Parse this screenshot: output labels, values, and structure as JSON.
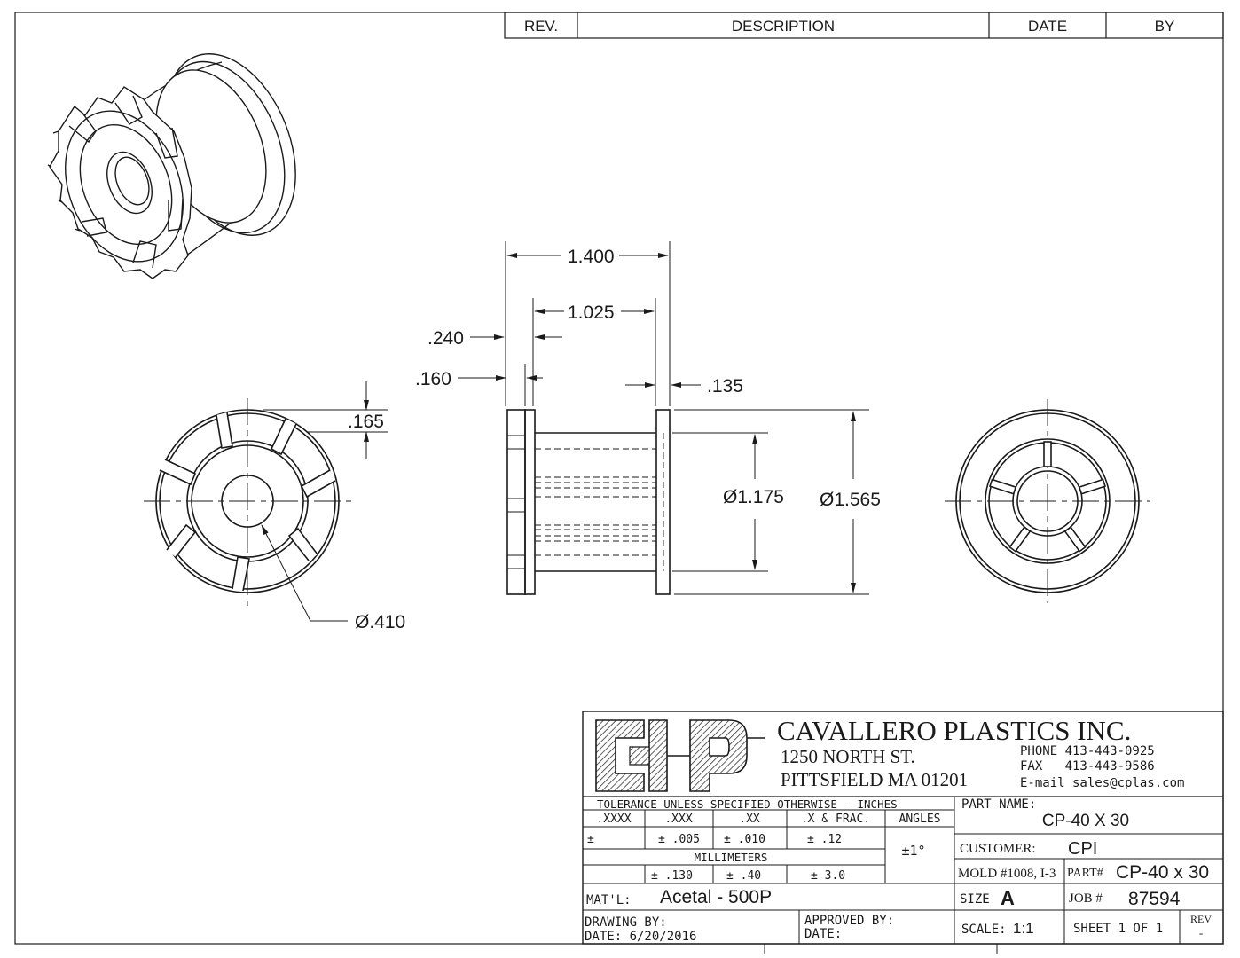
{
  "revision_block": {
    "headers": [
      "REV.",
      "DESCRIPTION",
      "DATE",
      "BY"
    ]
  },
  "dimensions": {
    "overall_length": "1.400",
    "inner_length": "1.025",
    "left_offset_1": ".240",
    "left_offset_2": ".160",
    "right_flange": ".135",
    "slot_depth": ".165",
    "bore_diameter": "Ø.410",
    "hub_diameter": "Ø1.175",
    "flange_diameter": "Ø1.565"
  },
  "company": {
    "name": "CAVALLERO PLASTICS INC.",
    "street": "1250 NORTH ST.",
    "city": "PITTSFIELD MA 01201",
    "phone": "PHONE 413-443-0925",
    "fax": "FAX   413-443-9586",
    "email": "E-mail sales@cplas.com"
  },
  "tolerance": {
    "header": "TOLERANCE UNLESS SPECIFIED OTHERWISE - INCHES",
    "columns": [
      ".XXXX",
      ".XXX",
      ".XX",
      ".X & FRAC.",
      "ANGLES"
    ],
    "inch_values": [
      "±",
      "± .005",
      "±  .010",
      "± .12"
    ],
    "angles_value": "±1°",
    "mm_label": "MILLIMETERS",
    "mm_values": [
      "± .130",
      "± .40",
      "± 3.0"
    ]
  },
  "title_block": {
    "part_name_label": "PART NAME:",
    "part_name_value": "CP-40 X 30",
    "customer_label": "CUSTOMER:",
    "customer_value": "CPI",
    "mold_label": "MOLD #1008, I-3",
    "part_label": "PART#",
    "part_value": "CP-40 x 30",
    "material_label": "MAT'L:",
    "material_value": "Acetal - 500P",
    "size_label": "SIZE",
    "size_value": "A",
    "job_label": "JOB #",
    "job_value": "87594",
    "drawn_by_label": "DRAWING BY:",
    "date_label": "DATE: 6/20/2016",
    "approved_label": "APPROVED BY:",
    "approved_date_label": "DATE:",
    "scale_label": "SCALE:",
    "scale_value": "1:1",
    "sheet_label": "SHEET 1 OF 1",
    "rev_label": "REV",
    "rev_value": "-"
  }
}
